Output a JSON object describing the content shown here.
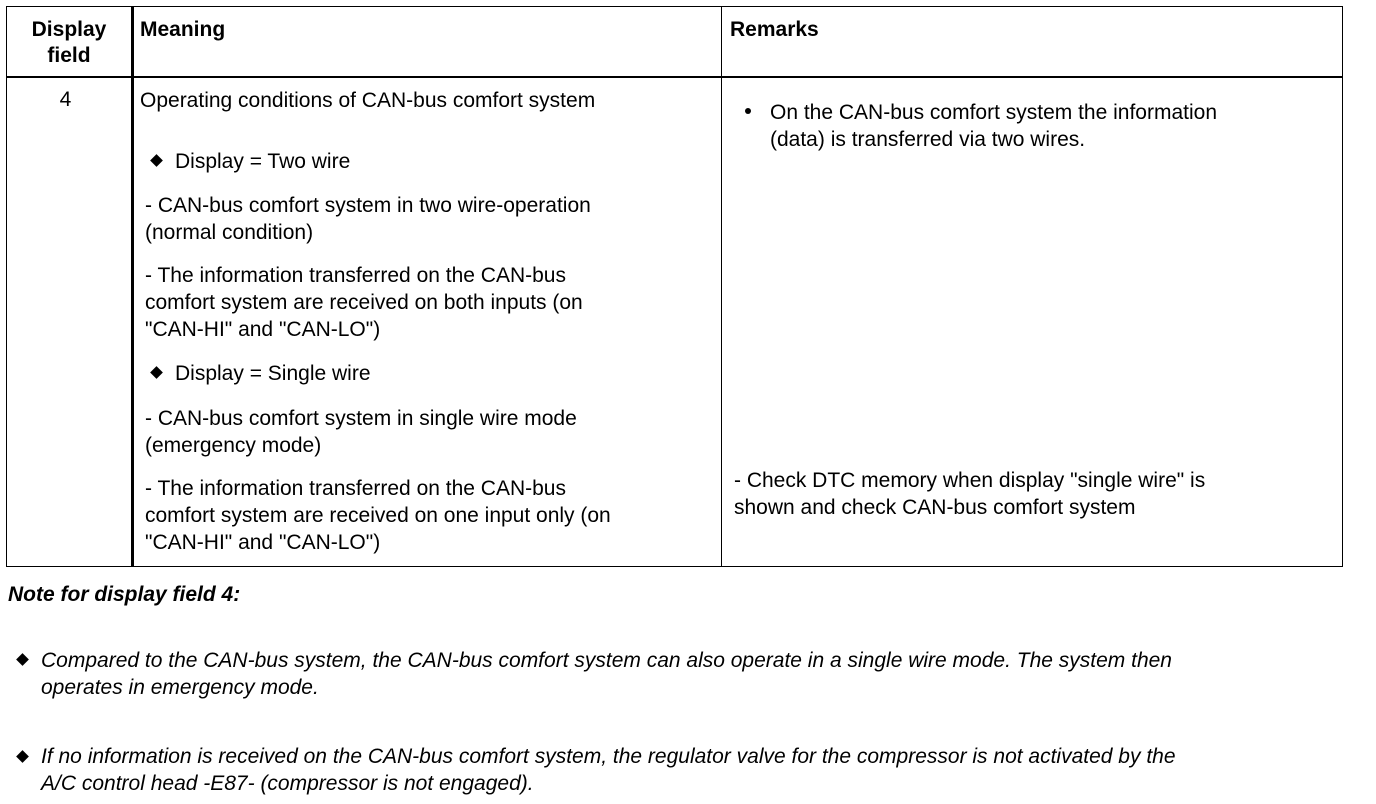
{
  "table": {
    "header": {
      "display_field_line1": "Display",
      "display_field_line2": "field",
      "meaning": "Meaning",
      "remarks": "Remarks"
    },
    "row": {
      "display_field": "4",
      "meaning": {
        "title": "Operating conditions of CAN-bus comfort system",
        "two_wire": {
          "heading": "Display = Two wire",
          "item1_line1": "- CAN-bus comfort system in two wire-operation",
          "item1_line2": "(normal condition)",
          "item2_line1": "- The information transferred on the CAN-bus",
          "item2_line2": "comfort system are received on both inputs (on",
          "item2_line3": "\"CAN-HI\" and \"CAN-LO\")"
        },
        "single_wire": {
          "heading": "Display = Single wire",
          "item1_line1": "- CAN-bus comfort system in single wire mode",
          "item1_line2": "(emergency mode)",
          "item2_line1": "- The information transferred on the CAN-bus",
          "item2_line2": "comfort system are received on one input only (on",
          "item2_line3": "\"CAN-HI\" and \"CAN-LO\")"
        }
      },
      "remarks": {
        "bullet_line1": "On the CAN-bus comfort system the information",
        "bullet_line2": "(data) is transferred via two wires.",
        "check_line1": "- Check DTC memory when display \"single wire\" is",
        "check_line2": "shown  and check CAN-bus comfort system"
      }
    }
  },
  "note": {
    "title": "Note for display field 4:",
    "item1_line1": "Compared to the CAN-bus system, the CAN-bus comfort system can also operate in a single wire mode. The system then",
    "item1_line2": "operates in emergency mode.",
    "item2_line1": "If no information is received on the CAN-bus comfort system, the regulator valve for the compressor is not activated by the",
    "item2_line2": "A/C control head -E87- (compressor is not engaged)."
  }
}
